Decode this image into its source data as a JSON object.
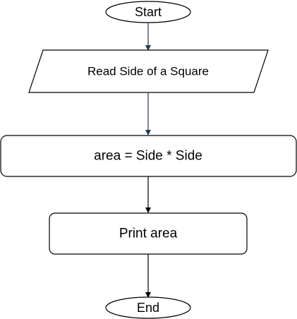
{
  "diagram": {
    "type": "flowchart",
    "nodes": {
      "start": {
        "label": "Start",
        "shape": "terminator"
      },
      "read_input": {
        "label": "Read Side of a Square",
        "shape": "input-output"
      },
      "compute": {
        "label": "area = Side * Side",
        "shape": "process"
      },
      "print": {
        "label": "Print area",
        "shape": "process"
      },
      "end": {
        "label": "End",
        "shape": "terminator"
      }
    },
    "edges": [
      {
        "from": "start",
        "to": "read_input"
      },
      {
        "from": "read_input",
        "to": "compute"
      },
      {
        "from": "compute",
        "to": "print"
      },
      {
        "from": "print",
        "to": "end"
      }
    ]
  },
  "colors": {
    "stroke": "#000000",
    "arrow_dark": "#1f3b5a",
    "arrow_black": "#000000",
    "fill": "#ffffff",
    "text": "#000000"
  }
}
